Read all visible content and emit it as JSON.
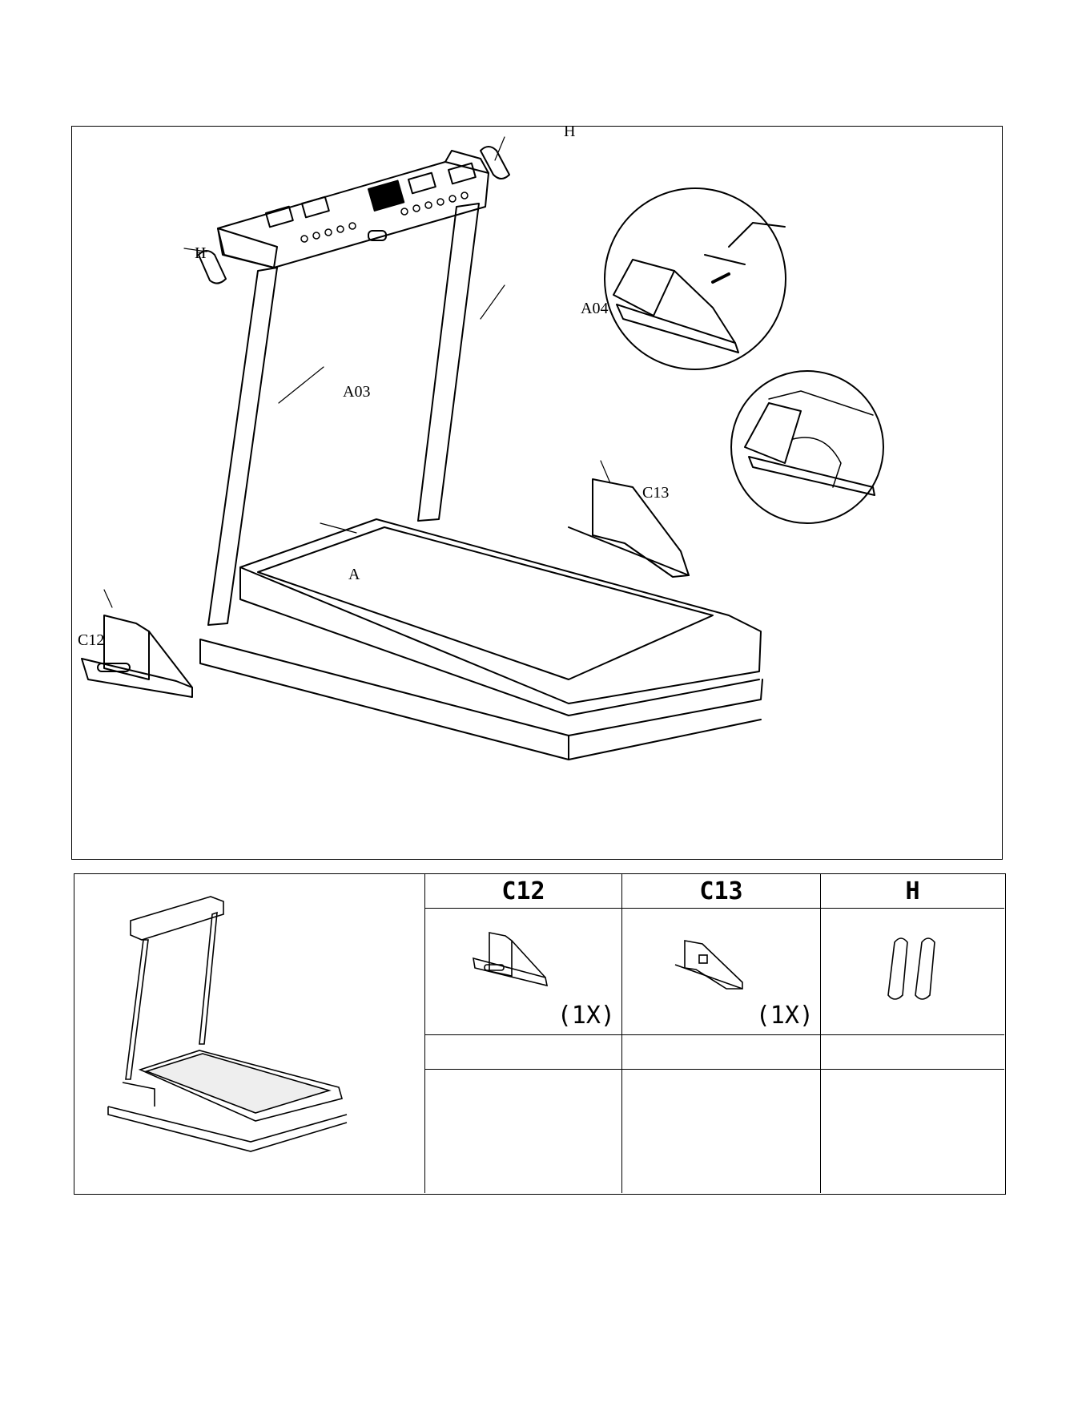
{
  "main_illustration": {
    "labels": {
      "h_top": "H",
      "h_left": "H",
      "a04": "A04",
      "a03": "A03",
      "c13": "C13",
      "a": "A",
      "c12": "C12"
    }
  },
  "parts_table": {
    "columns": [
      {
        "header": "C12",
        "quantity": "(1X)"
      },
      {
        "header": "C13",
        "quantity": "(1X)"
      },
      {
        "header": "H",
        "quantity": ""
      }
    ]
  }
}
